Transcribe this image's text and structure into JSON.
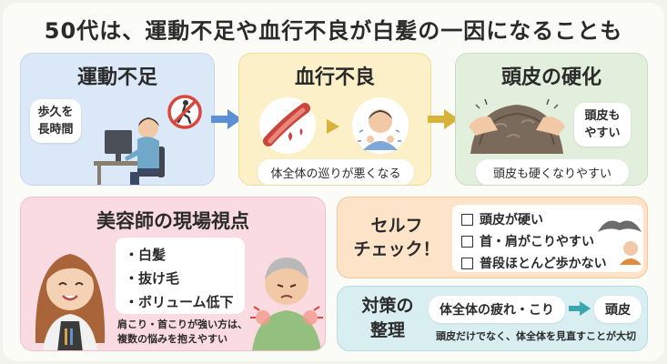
{
  "title": "50代は、運動不足や血行不良が白髪の一因になることも",
  "steps": [
    {
      "title": "運動不足",
      "bubble": [
        "歩久を",
        "長時間"
      ]
    },
    {
      "title": "血行不良",
      "caption": "体全体の巡りが悪くなる"
    },
    {
      "title": "頭皮の硬化",
      "bubble": [
        "頭皮も",
        "やすい"
      ],
      "caption": "頭皮も硬くなりやすい"
    }
  ],
  "stylist": {
    "title": "美容師の現場視点",
    "items": [
      "・白髪",
      "・抜け毛",
      "・ボリューム低下"
    ],
    "note": [
      "肩こり・首こりが強い方は、",
      "複数の悩みを抱えやすい"
    ]
  },
  "selfcheck": {
    "title": [
      "セルフ",
      "チェック！"
    ],
    "items": [
      "頭皮が硬い",
      "首・肩がこりやすい",
      "普段ほとんど歩かない"
    ]
  },
  "strategy": {
    "title": [
      "対策の",
      "整理"
    ],
    "from": "体全体の疲れ・こり",
    "to": "頭皮",
    "note": "頭皮だけでなく、体全体を見直すことが大切"
  },
  "colors": {
    "arrow_blue": "#5b8fd6",
    "arrow_gold": "#d9b23a",
    "arrow_teal": "#3aa6b0"
  }
}
